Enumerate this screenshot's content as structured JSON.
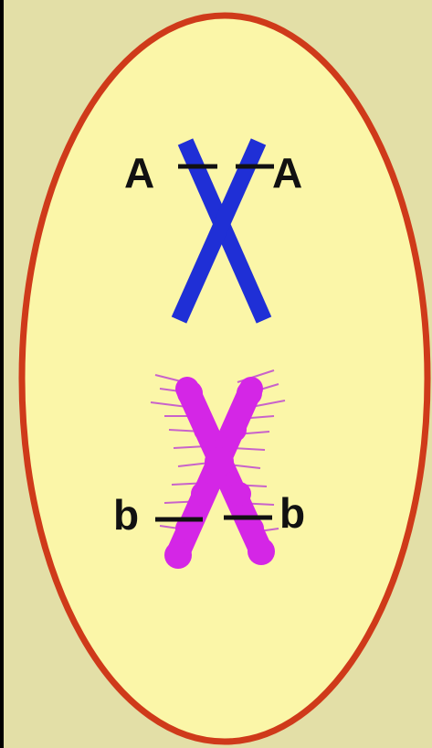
{
  "colors": {
    "background": "#e3dfa7",
    "cell_fill": "#fbf6a8",
    "cell_border": "#cf3a1a",
    "chromosome_1": "#1f2fd6",
    "chromosome_2": "#d426e6",
    "locus_line": "#111111"
  },
  "chromosome_1": {
    "alleles": {
      "left": "A",
      "right": "A"
    }
  },
  "chromosome_2": {
    "alleles": {
      "left": "b",
      "right": "b"
    }
  }
}
